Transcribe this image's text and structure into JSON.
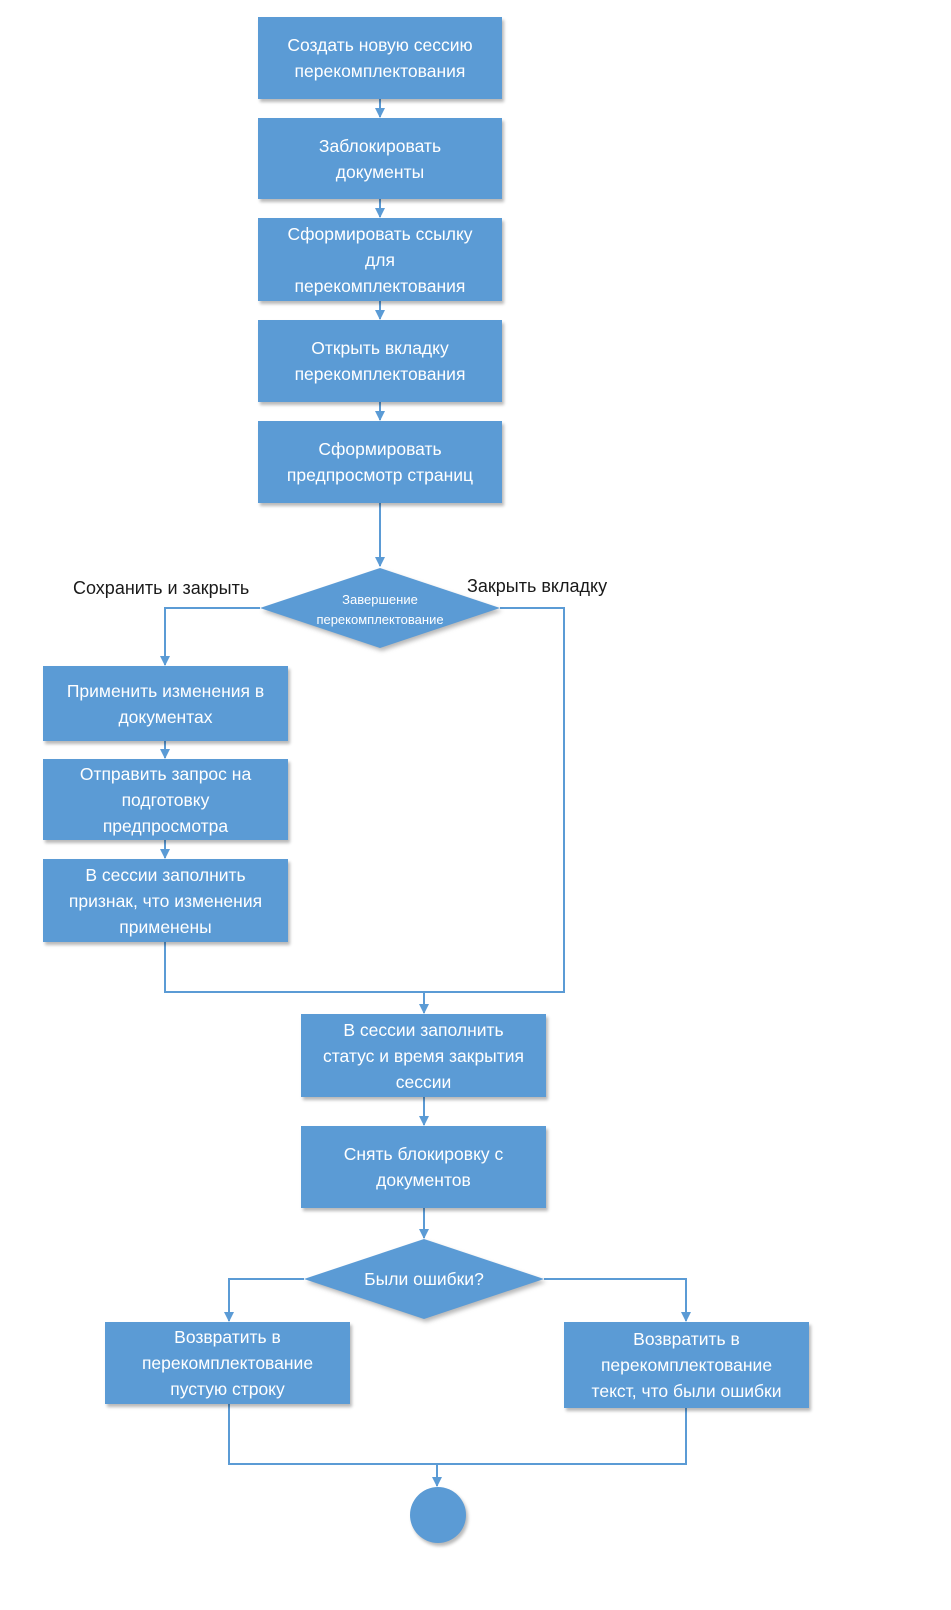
{
  "flow": {
    "create_session": "Создать новую сессию\nперекомплектования",
    "lock_documents": "Заблокировать\nдокументы",
    "build_link": "Сформировать ссылку\nдля\nперекомплектования",
    "open_tab": "Открыть вкладку\nперекомплектования",
    "build_preview": "Сформировать\nпредпросмотр страниц",
    "finish_decision": "Завершение\nперекомплектование",
    "branch_save": "Сохранить и закрыть",
    "branch_close": "Закрыть вкладку",
    "apply_changes": "Применить изменения в\nдокументах",
    "send_request": "Отправить запрос на\nподготовку\nпредпросмотра",
    "set_flag": "В сессии заполнить\nпризнак, что изменения\nприменены",
    "set_status": "В сессии заполнить\nстатус и время закрытия\nсессии",
    "unlock_documents": "Снять блокировку с\nдокументов",
    "errors_decision": "Были ошибки?",
    "return_empty": "Возвратить в\nперекомплектование\nпустую строку",
    "return_error_text": "Возвратить в\nперекомплектование\nтекст, что были ошибки"
  },
  "colors": {
    "node_fill": "#5b9bd5",
    "connector": "#5b9bd5",
    "node_text": "#ffffff"
  }
}
